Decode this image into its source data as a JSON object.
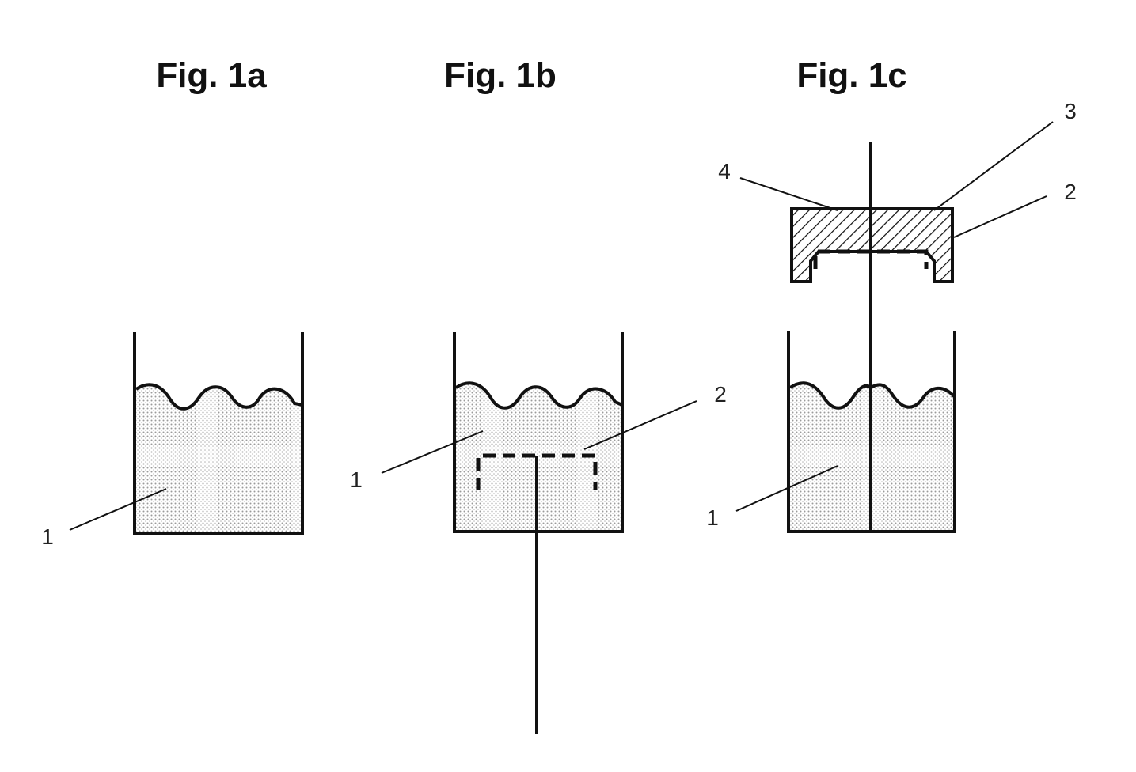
{
  "figures": [
    {
      "id": "1a",
      "title": "Fig. 1a",
      "labels": [
        "1"
      ]
    },
    {
      "id": "1b",
      "title": "Fig. 1b",
      "labels": [
        "1",
        "2"
      ]
    },
    {
      "id": "1c",
      "title": "Fig. 1c",
      "labels": [
        "1",
        "2",
        "3",
        "4"
      ]
    }
  ],
  "colors": {
    "line": "#111111",
    "liquid_dots": "#9a9a9a",
    "background": "#ffffff"
  }
}
